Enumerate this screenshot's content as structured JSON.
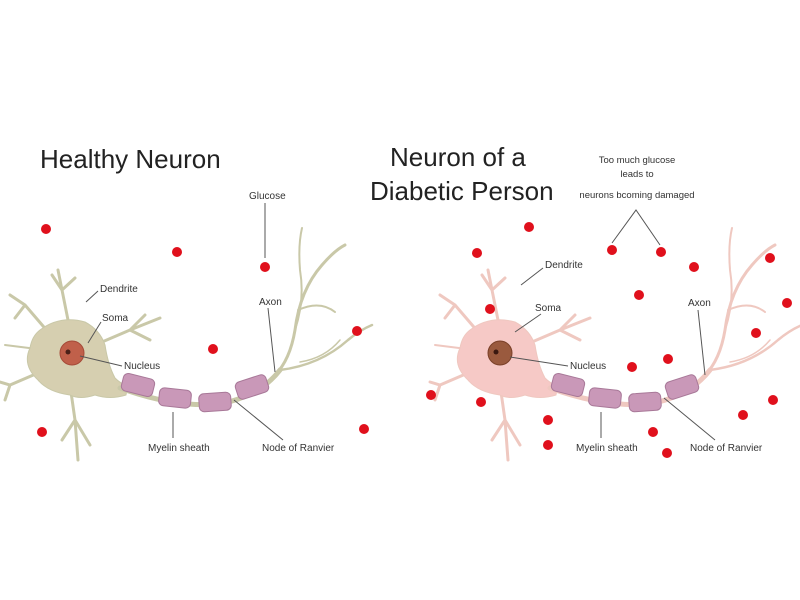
{
  "left": {
    "title": "Healthy Neuron",
    "labels": {
      "dendrite": "Dendrite",
      "soma": "Soma",
      "nucleus": "Nucleus",
      "glucose": "Glucose",
      "axon": "Axon",
      "myelin": "Myelin sheath",
      "node": "Node of Ranvier"
    },
    "colors": {
      "cell": "#d6cfb0",
      "branch": "#c9c8a8",
      "nucleus": "#c0604a"
    }
  },
  "right": {
    "title_line1": "Neuron of a",
    "title_line2": "Diabetic Person",
    "annotation": [
      "Too much glucose",
      "leads to",
      "neurons bcoming damaged"
    ],
    "labels": {
      "dendrite": "Dendrite",
      "soma": "Soma",
      "nucleus": "Nucleus",
      "axon": "Axon",
      "myelin": "Myelin sheath",
      "node": "Node of Ranvier"
    },
    "colors": {
      "cell": "#f6c9c6",
      "branch": "#efc8c0",
      "nucleus": "#9a5a3e"
    }
  },
  "glucose_color": "#e0101c"
}
